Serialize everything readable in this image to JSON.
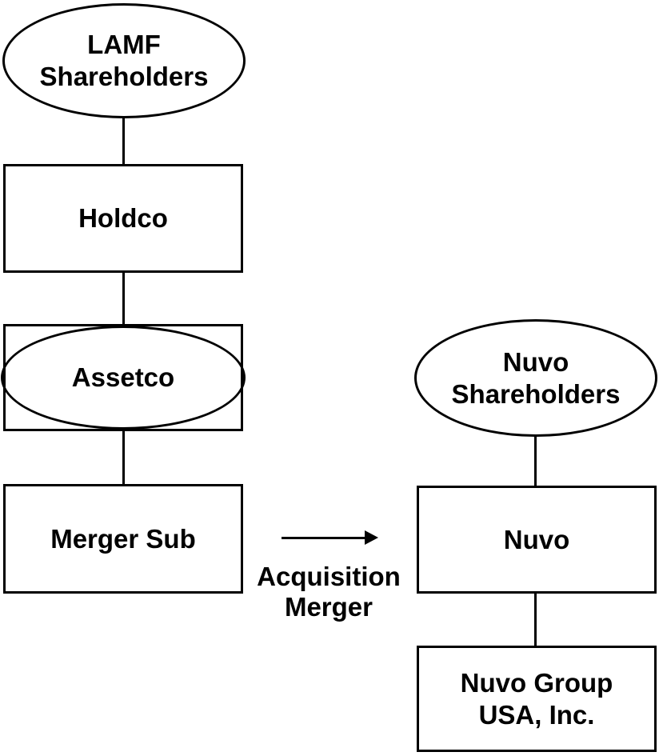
{
  "diagram": {
    "background_color": "#ffffff",
    "stroke_color": "#000000",
    "text_color": "#000000",
    "nodes": {
      "lamf_shareholders": {
        "shape": "ellipse",
        "line1": "LAMF",
        "line2": "Shareholders"
      },
      "holdco": {
        "shape": "rect",
        "line1": "Holdco"
      },
      "assetco": {
        "shape": "ellipse-overlapping-rect",
        "line1": "Assetco"
      },
      "merger_sub": {
        "shape": "rect",
        "line1": "Merger Sub"
      },
      "nuvo_shareholders": {
        "shape": "ellipse",
        "line1": "Nuvo",
        "line2": "Shareholders"
      },
      "nuvo": {
        "shape": "rect",
        "line1": "Nuvo"
      },
      "nuvo_group_usa": {
        "shape": "rect",
        "line1": "Nuvo Group",
        "line2": "USA, Inc."
      }
    },
    "edges": {
      "acquisition_merger": {
        "type": "arrow-right",
        "label_line1": "Acquisition",
        "label_line2": "Merger"
      }
    }
  }
}
